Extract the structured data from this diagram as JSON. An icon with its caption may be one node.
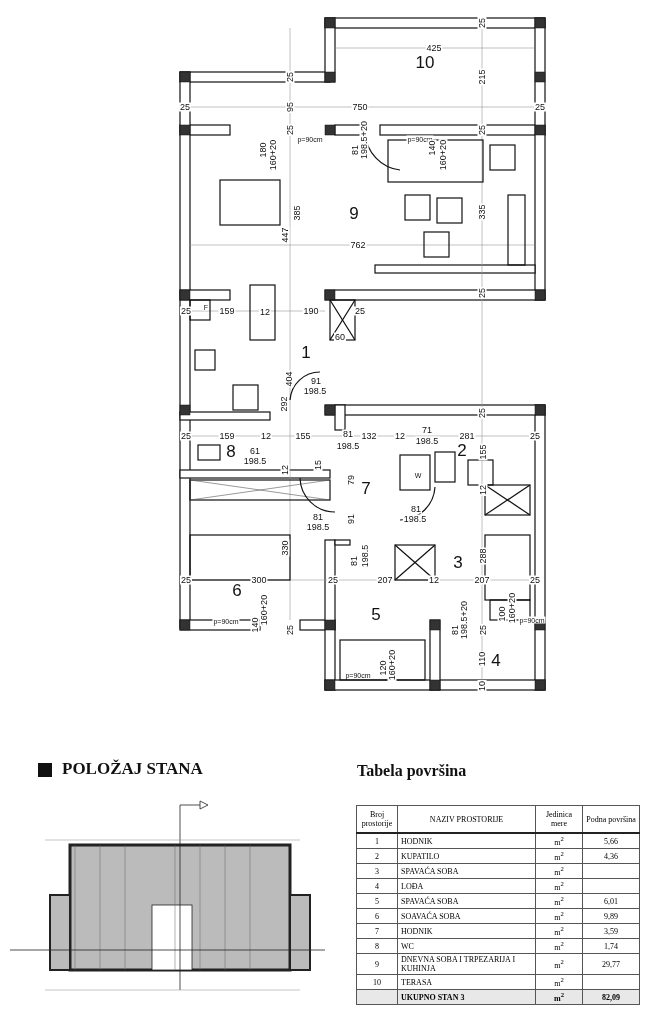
{
  "diagram": {
    "labels": [
      "425",
      "10",
      "25",
      "25",
      "215",
      "25",
      "95",
      "750",
      "25",
      "25",
      "p=90cm",
      "180",
      "160+20",
      "81",
      "198.5+20",
      "25",
      "p=90cm",
      "140",
      "160+20",
      "385",
      "447",
      "9",
      "762",
      "335",
      "25",
      "25",
      "F",
      "159",
      "12",
      "190",
      "25",
      "60",
      "1",
      "404",
      "91",
      "198.5",
      "292",
      "25",
      "25",
      "159",
      "12",
      "155",
      "81",
      "198.5",
      "132",
      "12",
      "71",
      "198.5",
      "281",
      "25",
      "8",
      "61",
      "198.5",
      "2",
      "155",
      "15",
      "12",
      "W",
      "79",
      "7",
      "12",
      "81",
      "91",
      "81",
      "198.5",
      "198.5",
      "330",
      "81",
      "198.5",
      "3",
      "288",
      "25",
      "300",
      "25",
      "207",
      "12",
      "207",
      "25",
      "6",
      "p=90cm",
      "140",
      "160+20",
      "25",
      "5",
      "81",
      "198.5+20",
      "100",
      "160+20",
      "p=90cm",
      "25",
      "110",
      "4",
      "p=90cm",
      "120",
      "160+20",
      "10",
      "POLOŽAJ STANA",
      "Tabela površina",
      "Broj prostorije",
      "NAZIV PROSTORIJE",
      "Jedinica mere",
      "Podna površina",
      "1",
      "HODNIK",
      "m$^{2}$",
      "5,66",
      "2",
      "KUPATILO",
      "m$^{2}$",
      "4,36",
      "3",
      "SPAVAĆA SOBA",
      "m$^{2}$",
      "4",
      "LOĐA",
      "m$^{2}$",
      "5",
      "SPAVAĆA SOBA",
      "m$^{2}$",
      "6,01",
      "6",
      "SOAVAĆA SOBA",
      "m$^{2}$",
      "9,89",
      "7",
      "HODNIK",
      "m$^{2}$",
      "3,59",
      "8",
      "WC",
      "m$^{2}$",
      "1,74",
      "9",
      "DNEVNA SOBA I TRPEZARIJA I KUHINJA",
      "m$^{2}$",
      "29,77",
      "10",
      "TERASA",
      "m$^{2}$",
      "UKUPNO STAN 3",
      "m$^{2}$",
      "82,09"
    ]
  }
}
